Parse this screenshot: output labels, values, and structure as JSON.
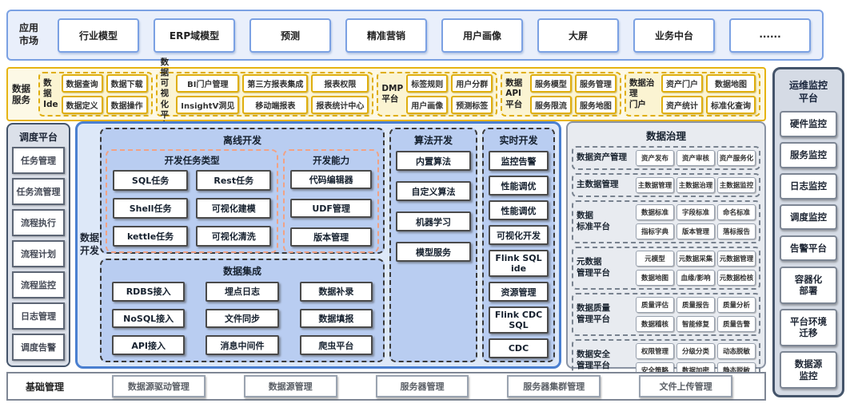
{
  "app_market": {
    "label": "应用\n市场",
    "items": [
      "行业模型",
      "ERP域模型",
      "预测",
      "精准营销",
      "用户画像",
      "大屏",
      "业务中台",
      "......"
    ]
  },
  "data_services": {
    "label": "数据\n服务",
    "groups": [
      {
        "label": "数据\nIde",
        "items": [
          "数据查询",
          "数据下载",
          "数据定义",
          "数据操作"
        ]
      },
      {
        "label": "数据可\n视化平台",
        "items": [
          "BI门户管理",
          "第三方报表集成",
          "报表权限",
          "InsightV洞见",
          "移动端报表",
          "报表统计中心"
        ]
      },
      {
        "label": "DMP\n平台",
        "items": [
          "标签规则",
          "用户分群",
          "用户画像",
          "预测标签"
        ]
      },
      {
        "label": "数据API\n平台",
        "items": [
          "服务模型",
          "服务管理",
          "服务限流",
          "服务地图"
        ]
      },
      {
        "label": "数据治理\n门户",
        "items": [
          "资产门户",
          "数据地图",
          "资产统计",
          "标准化查询"
        ]
      }
    ]
  },
  "scheduler": {
    "label": "调度平台",
    "items": [
      "任务管理",
      "任务流管理",
      "流程执行",
      "流程计划",
      "流程监控",
      "日志管理",
      "调度告警"
    ]
  },
  "data_dev": {
    "label": "数据\n开发",
    "offline": {
      "label": "离线开发",
      "task_types": {
        "label": "开发任务类型",
        "items": [
          "SQL任务",
          "Rest任务",
          "Shell任务",
          "可视化建模",
          "kettle任务",
          "可视化清洗"
        ]
      },
      "capabilities": {
        "label": "开发能力",
        "items": [
          "代码编辑器",
          "UDF管理",
          "版本管理"
        ]
      }
    },
    "integration": {
      "label": "数据集成",
      "items": [
        "RDBS接入",
        "埋点日志",
        "数据补录",
        "NoSQL接入",
        "文件同步",
        "数据填报",
        "API接入",
        "消息中间件",
        "爬虫平台"
      ]
    },
    "algorithm": {
      "label": "算法开发",
      "items": [
        "内置算法",
        "自定义算法",
        "机器学习",
        "模型服务"
      ]
    },
    "realtime": {
      "label": "实时开发",
      "items": [
        "监控告警",
        "性能调优",
        "性能调优",
        "可视化开发",
        "Flink SQL ide",
        "资源管理",
        "Flink CDC SQL",
        "CDC"
      ]
    }
  },
  "governance": {
    "label": "数据治理",
    "sections": [
      {
        "label": "数据资产管理",
        "items": [
          "资产发布",
          "资产审核",
          "资产服务化"
        ]
      },
      {
        "label": "主数据管理",
        "items": [
          "主数据管理",
          "主数据治理",
          "主数据监控"
        ]
      },
      {
        "label": "数据\n标准平台",
        "items": [
          "数据标准",
          "字段标准",
          "命名标准",
          "指标字典",
          "版本管理",
          "落标报告"
        ]
      },
      {
        "label": "元数据\n管理平台",
        "items": [
          "元模型",
          "元数据采集",
          "元数据管理",
          "数据地图",
          "血缘/影响",
          "元数据检核"
        ]
      },
      {
        "label": "数据质量\n管理平台",
        "items": [
          "质量评估",
          "质量报告",
          "质量分析",
          "数据稽核",
          "智能修复",
          "质量告警"
        ]
      },
      {
        "label": "数据安全\n管理平台",
        "items": [
          "权限管理",
          "分级分类",
          "动态脱敏",
          "安全策略",
          "数据加密",
          "静态脱敏"
        ]
      }
    ]
  },
  "ops_monitor": {
    "label": "运维监控\n平台",
    "items": [
      "硬件监控",
      "服务监控",
      "日志监控",
      "调度监控",
      "告警平台",
      "容器化\n部署",
      "平台环境\n迁移",
      "数据源\n监控"
    ]
  },
  "base_mgmt": {
    "label": "基础管理",
    "items": [
      "数据源驱动管理",
      "数据源管理",
      "服务器管理",
      "服务器集群管理",
      "文件上传管理"
    ]
  },
  "colors": {
    "app_market_border": "#7ba1e3",
    "app_market_fill": "#e9effb",
    "services_gold_border": "#e6b413",
    "services_fill": "#fdf9e6",
    "dev_container_border": "#4a7fd0",
    "dev_container_fill": "#dde8f8",
    "dev_group_fill": "#b9cdf1",
    "dev_subgroup_border": "#f2a284",
    "panel_dark_border": "#44546a",
    "panel_gray_fill": "#d5dbe5",
    "governance_fill": "#e8ebf0",
    "governance_border": "#8a93a3"
  }
}
